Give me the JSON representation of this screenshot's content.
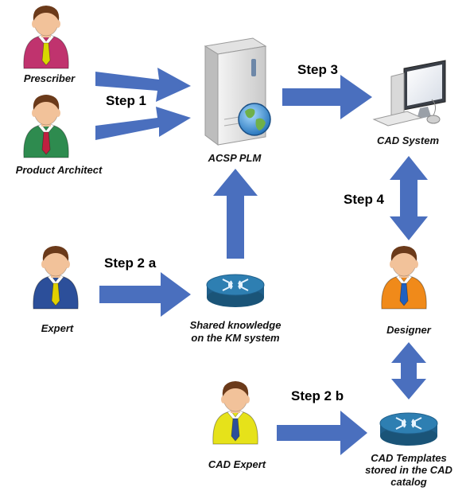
{
  "nodes": {
    "prescriber": {
      "label": "Prescriber",
      "shirt": "#c0336e",
      "tie": "#d8d800"
    },
    "product_architect": {
      "label": "Product Architect",
      "shirt": "#2e8b4f",
      "tie": "#c02040"
    },
    "expert": {
      "label": "Expert",
      "shirt": "#2c4f9a",
      "tie": "#e0d000"
    },
    "cad_expert": {
      "label": "CAD Expert",
      "shirt": "#e6e21a",
      "tie": "#2c4f9a"
    },
    "designer": {
      "label": "Designer",
      "shirt": "#f08a1a",
      "tie": "#2060c0"
    },
    "acsp_plm": {
      "label": "ACSP PLM"
    },
    "cad_system": {
      "label": "CAD System"
    },
    "km_system": {
      "label_line1": "Shared knowledge",
      "label_line2": "on the KM system"
    },
    "cad_templates": {
      "label_line1": "CAD Templates",
      "label_line2": "stored in the CAD",
      "label_line3": "catalog"
    }
  },
  "steps": {
    "step1": "Step 1",
    "step2a": "Step 2 a",
    "step2b": "Step 2 b",
    "step3": "Step 3",
    "step4": "Step 4"
  },
  "colors": {
    "arrow": "#4a6fbe",
    "skin": "#f2c29a",
    "hair": "#6b3a1a",
    "router": "#2e7fb2"
  }
}
